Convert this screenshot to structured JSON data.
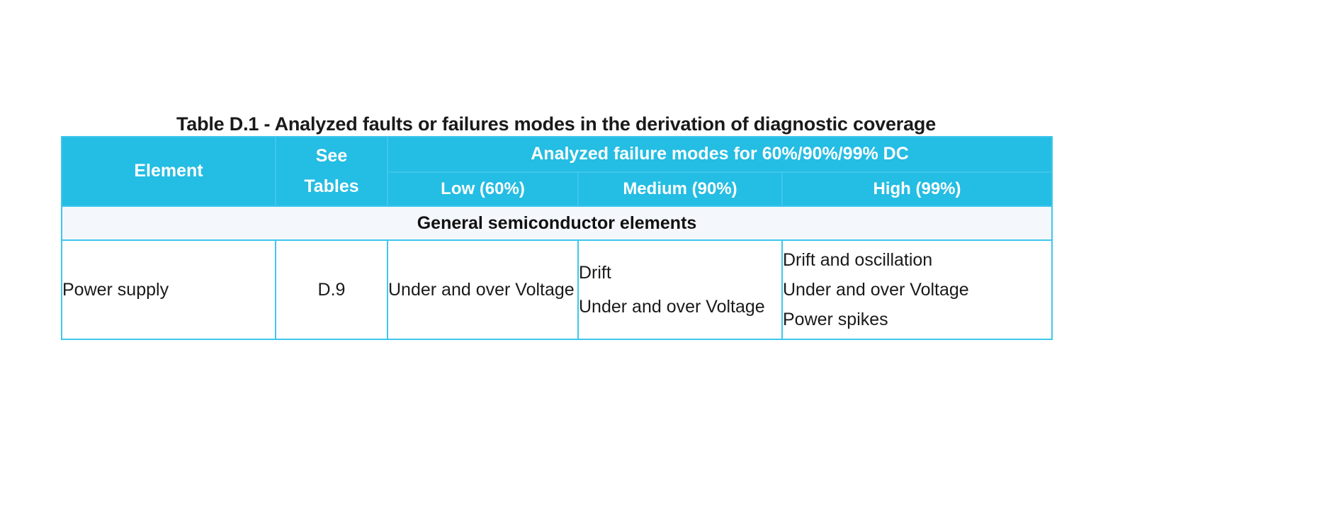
{
  "title": "Table D.1 - Analyzed faults or failures modes in the derivation of diagnostic coverage",
  "colors": {
    "header_blue": "#24BDE3",
    "border_blue": "#3FC6EC",
    "section_bg": "#F4F8FC",
    "header_text": "#FFFFFF",
    "body_text": "#1A1A1A"
  },
  "table": {
    "headers": {
      "element": "Element",
      "see_tables": "See\nTables",
      "see_tables_line1": "See",
      "see_tables_line2": "Tables",
      "analyzed_span": "Analyzed failure modes for 60%/90%/99% DC",
      "low": "Low (60%)",
      "medium": "Medium (90%)",
      "high": "High (99%)"
    },
    "sections": [
      {
        "section_label": "General semiconductor elements",
        "rows": [
          {
            "element": "Power supply",
            "see_tables": "D.9",
            "low": [
              "Under and over Voltage"
            ],
            "medium": [
              "Drift",
              "Under and over Voltage"
            ],
            "high": [
              "Drift and oscillation",
              "Under and over Voltage",
              "Power spikes"
            ]
          }
        ]
      }
    ]
  }
}
